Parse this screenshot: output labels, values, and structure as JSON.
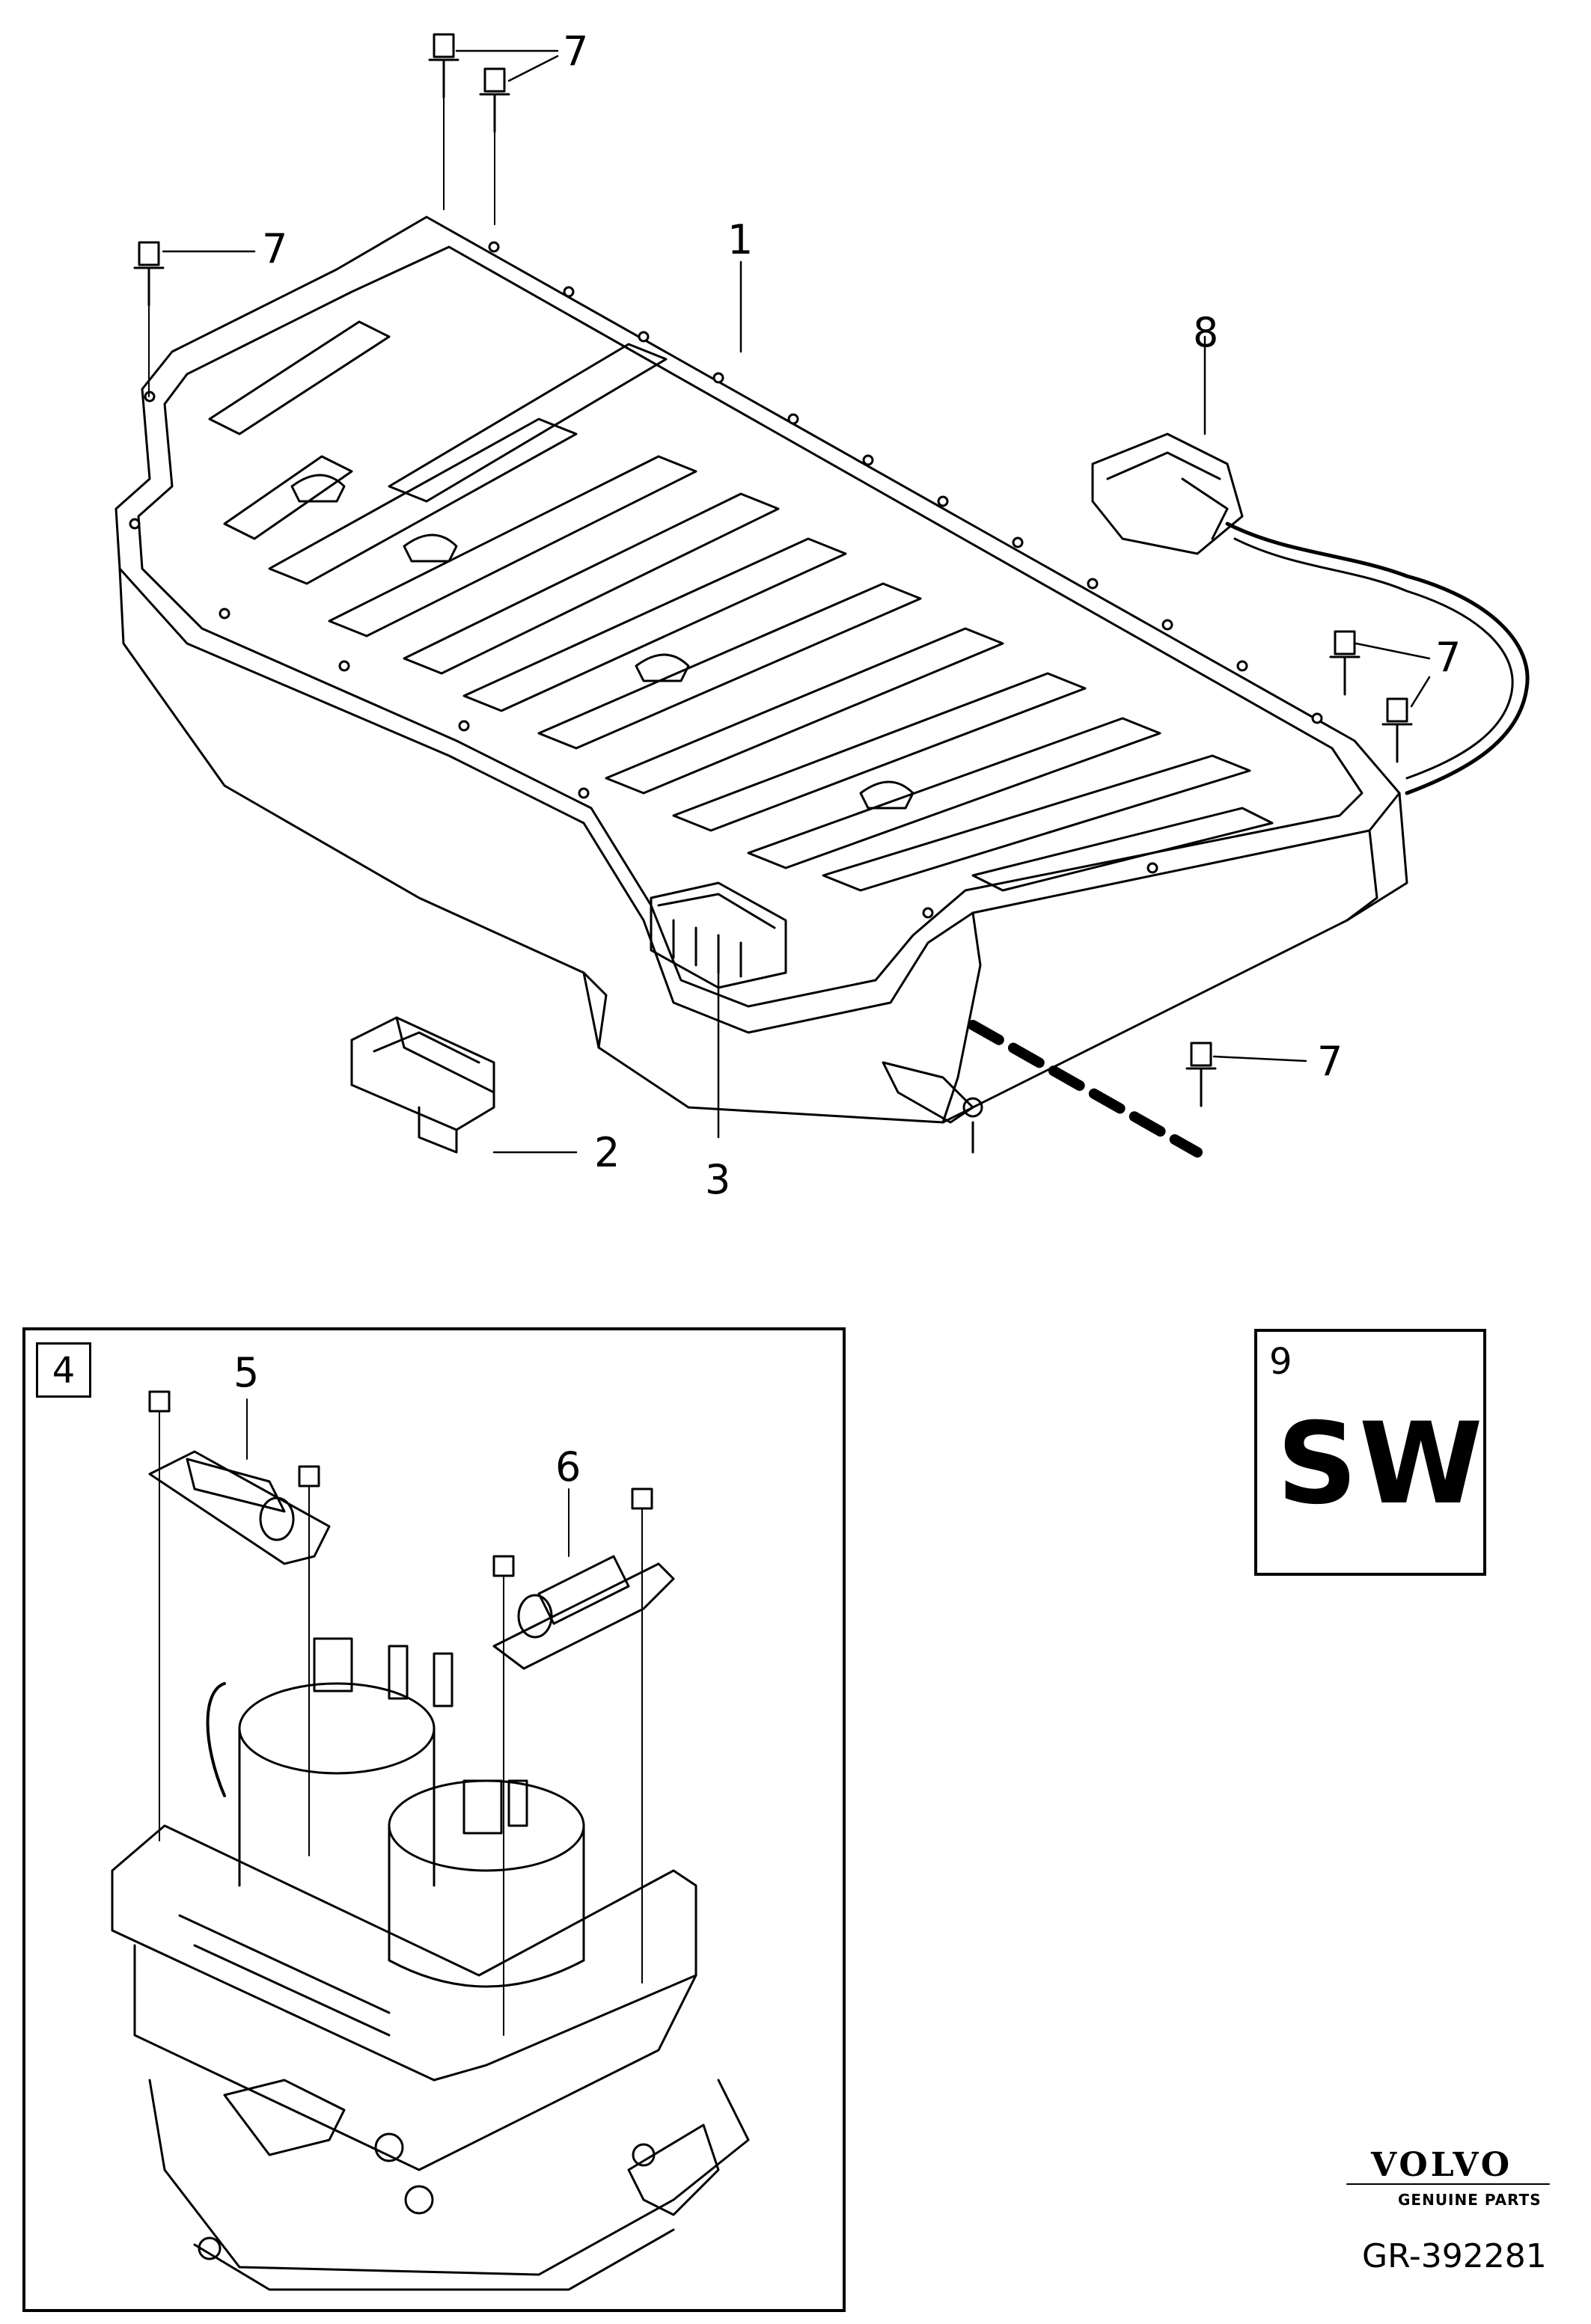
{
  "callouts": {
    "c7a": "7",
    "c7b": "7",
    "c1": "1",
    "c8": "8",
    "c7c": "7",
    "c7d": "7",
    "c2": "2",
    "c3": "3",
    "c4": "4",
    "c5": "5",
    "c6": "6",
    "c9": "9"
  },
  "sw_label": "SW",
  "brand": {
    "name": "VOLVO",
    "sub": "GENUINE PARTS"
  },
  "reference": "GR-392281"
}
